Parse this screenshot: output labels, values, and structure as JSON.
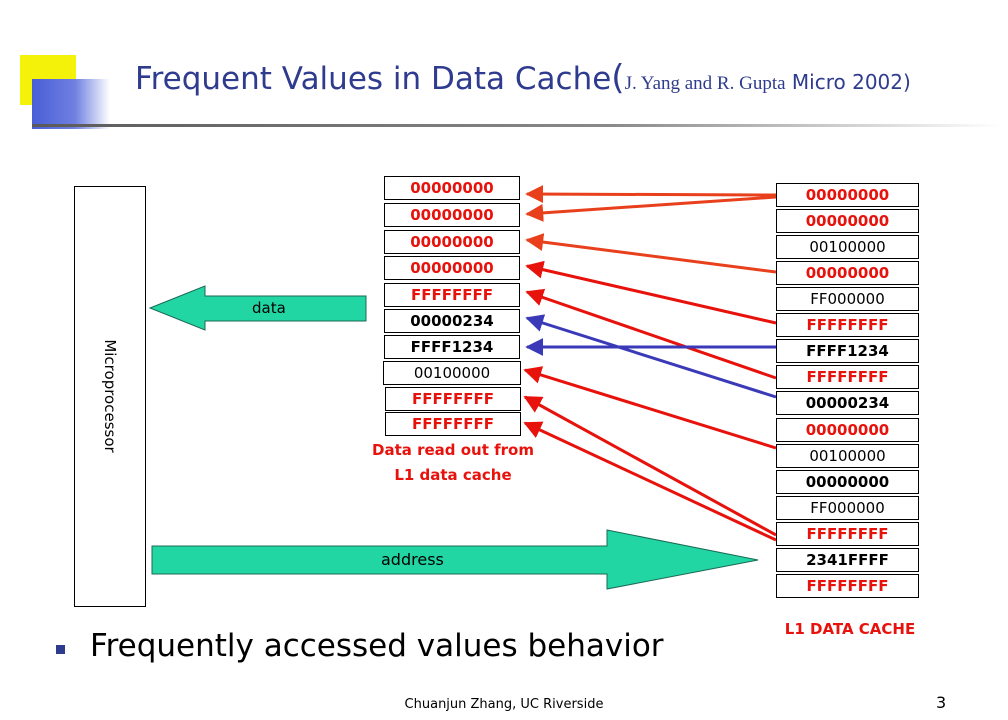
{
  "title": {
    "main": "Frequent Values in Data Cache",
    "paren_open": "(",
    "authors": "J. Yang and R. Gupta",
    "venue": " Micro 2002)"
  },
  "diagram": {
    "processor_label": "Microprocessor",
    "data_arrow_label": "data",
    "address_arrow_label": "address",
    "readout_cells": [
      {
        "value": "00000000",
        "style": "red"
      },
      {
        "value": "00000000",
        "style": "red"
      },
      {
        "value": "00000000",
        "style": "red"
      },
      {
        "value": "00000000",
        "style": "red"
      },
      {
        "value": "FFFFFFFF",
        "style": "red"
      },
      {
        "value": "00000234",
        "style": "black-b"
      },
      {
        "value": "FFFF1234",
        "style": "black-b"
      },
      {
        "value": "00100000",
        "style": "normal"
      },
      {
        "value": "FFFFFFFF",
        "style": "red"
      },
      {
        "value": "FFFFFFFF",
        "style": "red"
      }
    ],
    "readout_caption_line1": "Data read out from",
    "readout_caption_line2": "L1 data cache",
    "cache_cells": [
      {
        "value": "00000000",
        "style": "red"
      },
      {
        "value": "00000000",
        "style": "red"
      },
      {
        "value": "00100000",
        "style": "normal"
      },
      {
        "value": "00000000",
        "style": "red"
      },
      {
        "value": "FF000000",
        "style": "normal"
      },
      {
        "value": "FFFFFFFF",
        "style": "red"
      },
      {
        "value": "FFFF1234",
        "style": "black-b"
      },
      {
        "value": "FFFFFFFF",
        "style": "red"
      },
      {
        "value": "00000234",
        "style": "black-b"
      },
      {
        "value": "00000000",
        "style": "red"
      },
      {
        "value": "00100000",
        "style": "normal"
      },
      {
        "value": "00000000",
        "style": "black-b"
      },
      {
        "value": "FF000000",
        "style": "normal"
      },
      {
        "value": "FFFFFFFF",
        "style": "red"
      },
      {
        "value": "2341FFFF",
        "style": "black-b"
      },
      {
        "value": "FFFFFFFF",
        "style": "red"
      }
    ],
    "cache_caption": "L1 DATA CACHE"
  },
  "bullet": "Frequently accessed values behavior",
  "footer": "Chuanjun Zhang, UC Riverside",
  "page_number": "3",
  "colors": {
    "title": "#2e3b8e",
    "red": "#e8120c",
    "orange_arrow": "#e8401c",
    "blue_arrow": "#3a3ab8",
    "teal_arrow": "#22d6a4",
    "accent_yellow": "#f5f20a",
    "accent_blue": "#4a5ed8"
  }
}
